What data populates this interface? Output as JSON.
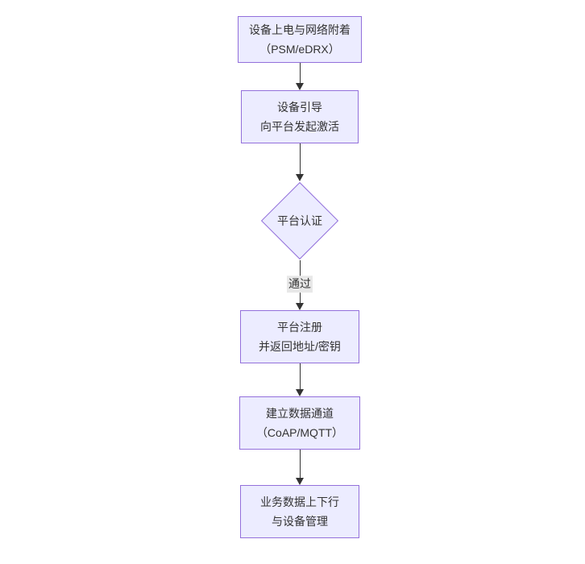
{
  "diagram": {
    "type": "flowchart",
    "direction": "top-down",
    "colors": {
      "node_fill": "#ECECFF",
      "node_border": "#9370DB",
      "node_text": "#333333",
      "arrow": "#333333",
      "edge_label_bg": "#e8e8e8",
      "edge_label_text": "#333333",
      "background": "#ffffff"
    },
    "nodes": [
      {
        "id": "power-attach",
        "type": "rect",
        "lines": [
          "设备上电与网络附着",
          "（PSM/eDRX）"
        ]
      },
      {
        "id": "bootstrap",
        "type": "rect",
        "lines": [
          "设备引导",
          "向平台发起激活"
        ]
      },
      {
        "id": "platform-auth",
        "type": "diamond",
        "lines": [
          "平台认证"
        ]
      },
      {
        "id": "register",
        "type": "rect",
        "lines": [
          "平台注册",
          "并返回地址/密钥"
        ]
      },
      {
        "id": "data-channel",
        "type": "rect",
        "lines": [
          "建立数据通道",
          "（CoAP/MQTT）"
        ]
      },
      {
        "id": "business-data",
        "type": "rect",
        "lines": [
          "业务数据上下行",
          "与设备管理"
        ]
      }
    ],
    "edges": [
      {
        "from": "power-attach",
        "to": "bootstrap",
        "label": ""
      },
      {
        "from": "bootstrap",
        "to": "platform-auth",
        "label": ""
      },
      {
        "from": "platform-auth",
        "to": "register",
        "label": "通过"
      },
      {
        "from": "register",
        "to": "data-channel",
        "label": ""
      },
      {
        "from": "data-channel",
        "to": "business-data",
        "label": ""
      }
    ]
  }
}
